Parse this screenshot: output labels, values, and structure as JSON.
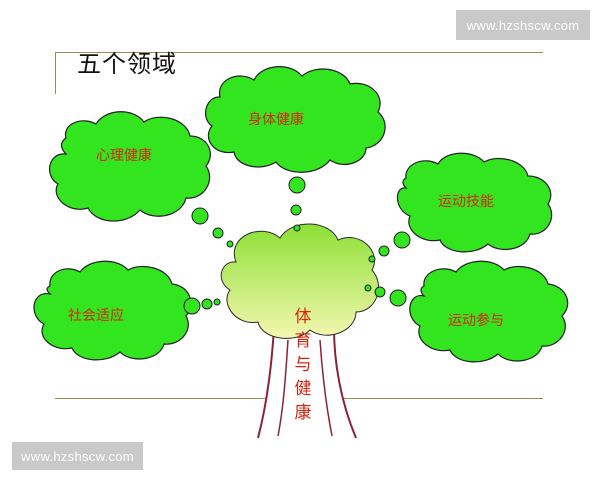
{
  "title": "五个领域",
  "watermark_top": "www.hzshscw.com",
  "watermark_bottom": "www.hzshscw.com",
  "center": {
    "chars": [
      "体",
      "育",
      "与",
      "健",
      "康"
    ]
  },
  "domains": {
    "physical": "身体健康",
    "mental": "心理健康",
    "skills": "运动技能",
    "social": "社会适应",
    "participation": "运动参与"
  },
  "colors": {
    "cloud": "#33e51f",
    "cloud_outline": "#1f1f1f",
    "crown_top": "#8ce035",
    "crown_bottom": "#f4f7b0",
    "label": "#d8250c",
    "frame": "#9a8a55"
  }
}
